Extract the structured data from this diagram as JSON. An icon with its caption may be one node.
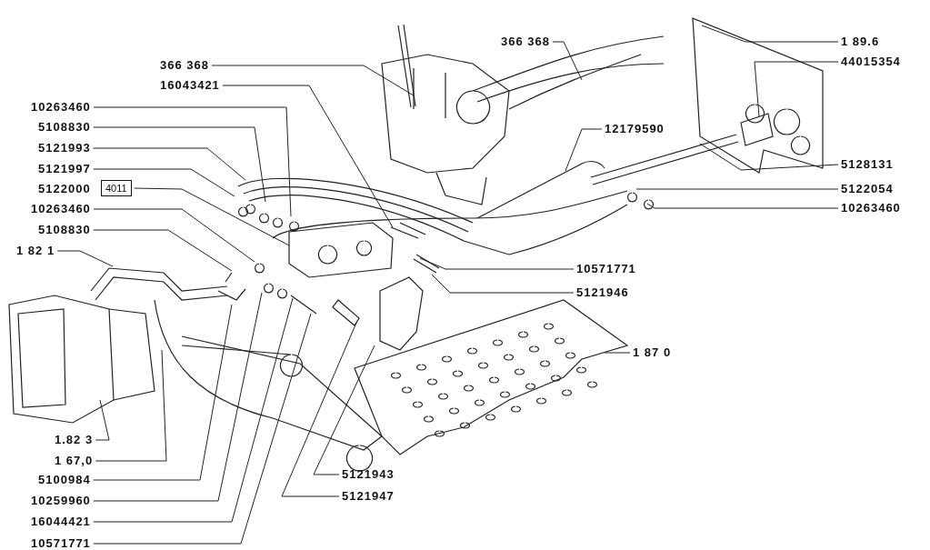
{
  "diagram": {
    "nodes": [
      {
        "text": [
          "366 368"
        ]
      },
      {
        "text": [
          "16043421"
        ]
      },
      {
        "text": [
          "10263460"
        ]
      },
      {
        "text": [
          "5108830"
        ]
      },
      {
        "text": [
          "5121993"
        ]
      },
      {
        "text": [
          "5121997"
        ]
      },
      {
        "text": [
          "4011"
        ]
      },
      {
        "text": [
          "10263460"
        ]
      },
      {
        "text": [
          "5108830"
        ]
      },
      {
        "text": [
          "1 82 1"
        ]
      },
      {
        "text": [
          "1.82 3"
        ]
      },
      {
        "text": [
          "1 67,0"
        ]
      },
      {
        "text": [
          "5100984"
        ]
      },
      {
        "text": [
          "10259960"
        ]
      },
      {
        "text": [
          "16044421"
        ]
      },
      {
        "text": [
          "10571771"
        ]
      },
      {
        "text": [
          "5121943"
        ]
      },
      {
        "text": [
          "5121947"
        ]
      },
      {
        "text": [
          "1 87 0"
        ]
      },
      {
        "text": [
          "5121946"
        ]
      },
      {
        "text": [
          "10571771"
        ]
      },
      {
        "text": [
          "10263460"
        ]
      },
      {
        "text": [
          "5122054"
        ]
      },
      {
        "text": [
          "5128131"
        ]
      },
      {
        "text": [
          "44015354"
        ]
      },
      {
        "text": [
          "1 89.6"
        ]
      },
      {
        "text": [
          "366 368"
        ]
      },
      {
        "text": [
          "12179590"
        ]
      }
    ],
    "edges": [
      {
        "from": 0,
        "to": null,
        "arrow": "none"
      },
      {
        "from": 1,
        "to": null,
        "arrow": "none"
      },
      {
        "from": 2,
        "to": null,
        "arrow": "none"
      },
      {
        "from": 3,
        "to": null,
        "arrow": "none"
      },
      {
        "from": 4,
        "to": null,
        "arrow": "none"
      },
      {
        "from": 5,
        "to": null,
        "arrow": "none"
      },
      {
        "from": 6,
        "to": null,
        "arrow": "none"
      },
      {
        "from": 7,
        "to": null,
        "arrow": "none"
      },
      {
        "from": 8,
        "to": null,
        "arrow": "none"
      },
      {
        "from": 9,
        "to": null,
        "arrow": "none"
      },
      {
        "from": 10,
        "to": null,
        "arrow": "none"
      },
      {
        "from": 11,
        "to": null,
        "arrow": "none"
      },
      {
        "from": 12,
        "to": null,
        "arrow": "none"
      },
      {
        "from": 13,
        "to": null,
        "arrow": "none"
      },
      {
        "from": 14,
        "to": null,
        "arrow": "none"
      },
      {
        "from": 15,
        "to": null,
        "arrow": "none"
      },
      {
        "from": 16,
        "to": null,
        "arrow": "none"
      },
      {
        "from": 17,
        "to": null,
        "arrow": "none"
      },
      {
        "from": 18,
        "to": null,
        "arrow": "none"
      },
      {
        "from": 19,
        "to": null,
        "arrow": "none"
      },
      {
        "from": 20,
        "to": null,
        "arrow": "none"
      },
      {
        "from": 21,
        "to": null,
        "arrow": "none"
      },
      {
        "from": 22,
        "to": null,
        "arrow": "none"
      },
      {
        "from": 23,
        "to": null,
        "arrow": "none"
      },
      {
        "from": 24,
        "to": null,
        "arrow": "none"
      },
      {
        "from": 25,
        "to": null,
        "arrow": "none"
      },
      {
        "from": 26,
        "to": null,
        "arrow": "none"
      },
      {
        "from": 27,
        "to": null,
        "arrow": "none"
      }
    ],
    "labels": [
      "5122000"
    ]
  }
}
